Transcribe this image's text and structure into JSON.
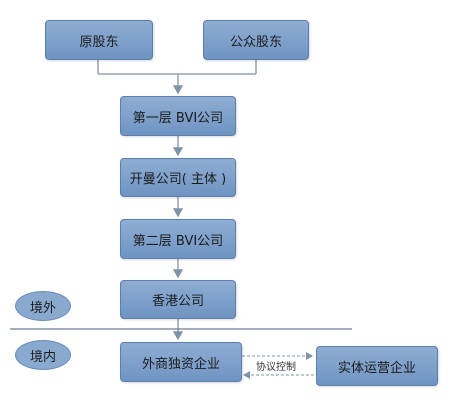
{
  "nodes": {
    "orig_shareholders": "原股东",
    "public_shareholders": "公众股东",
    "bvi_layer1": "第一层 BVI公司",
    "cayman_company": "开曼公司( 主体 )",
    "bvi_layer2": "第二层 BVI公司",
    "hk_company": "香港公司",
    "wfoe": "外商独资企业",
    "operating_entity": "实体运营企业"
  },
  "regions": {
    "offshore": "境外",
    "onshore": "境内"
  },
  "edge_labels": {
    "agreement_control": "协议控制"
  },
  "colors": {
    "box_fill": "#7b9dc8",
    "line": "#7f93a8",
    "divider": "#6f7f8f"
  }
}
